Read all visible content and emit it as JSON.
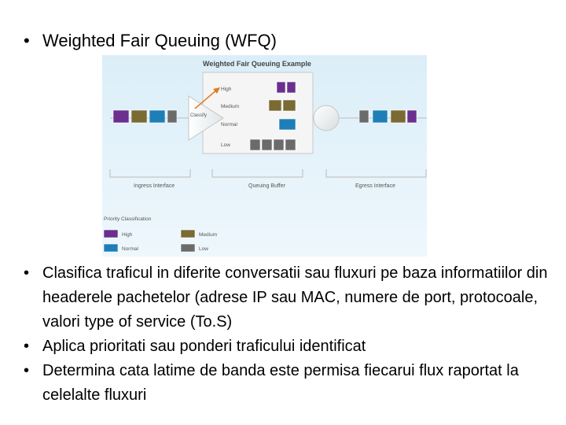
{
  "slide": {
    "title": "Weighted Fair Queuing (WFQ)",
    "bullets": [
      "Clasifica traficul in diferite conversatii sau fluxuri pe baza informatiilor din headerele pachetelor (adrese IP sau MAC, numere de port, protocoale, valori type of service (To.S)",
      "Aplica prioritati sau ponderi traficului identificat",
      "Determina cata latime de banda este permisa fiecarui flux raportat la celelalte fluxuri"
    ]
  },
  "figure": {
    "title": "Weighted Fair Queuing Example",
    "classify_label": "Classify",
    "queues": [
      {
        "label": "High",
        "packets": [
          "purple",
          "purple"
        ]
      },
      {
        "label": "Medium",
        "packets": [
          "olive",
          "olive"
        ]
      },
      {
        "label": "Normal",
        "packets": [
          "blue"
        ]
      },
      {
        "label": "Low",
        "packets": [
          "gray",
          "gray",
          "gray",
          "gray"
        ]
      }
    ],
    "ingress_packets": [
      "purple",
      "olive",
      "blue",
      "gray"
    ],
    "egress_packets": [
      "gray",
      "blue",
      "olive",
      "purple"
    ],
    "sections": {
      "ingress": "Ingress Interface",
      "queuing": "Queuing Buffer",
      "egress": "Egress Interface"
    },
    "legend": {
      "title": "Priority Classification",
      "items": [
        {
          "label": "High",
          "color": "purple"
        },
        {
          "label": "Medium",
          "color": "olive"
        },
        {
          "label": "Normal",
          "color": "blue"
        },
        {
          "label": "Low",
          "color": "gray"
        }
      ]
    },
    "colors": {
      "purple": "#6a2f8f",
      "olive": "#7a6a33",
      "blue": "#1e7fb8",
      "gray": "#6b6b6b",
      "arrow": "#e07a22",
      "background_top": "#dbeef8",
      "background_bottom": "#eef7fc"
    }
  }
}
